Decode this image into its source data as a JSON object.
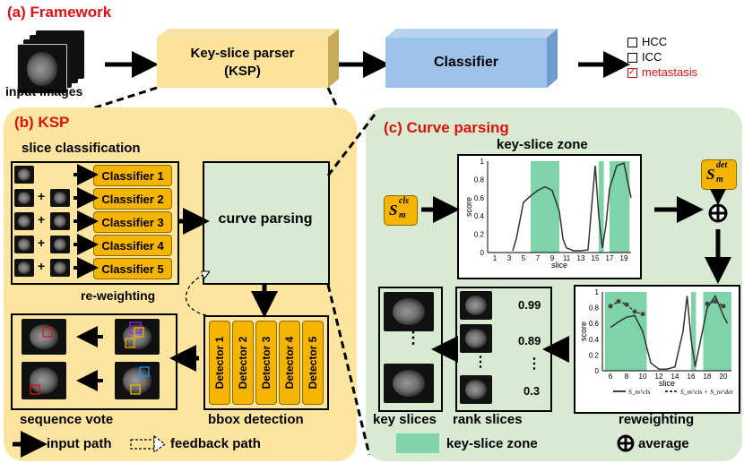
{
  "framework": {
    "title": "(a) Framework",
    "input_label": "input images",
    "ksp_label_line1": "Key-slice parser",
    "ksp_label_line2": "(KSP)",
    "classifier_label": "Classifier",
    "outputs": [
      "HCC",
      "ICC",
      "metastasis"
    ],
    "output_colors": [
      "#000000",
      "#000000",
      "#e01010"
    ]
  },
  "ksp": {
    "title": "(b) KSP",
    "slice_classification": "slice classification",
    "classifiers": [
      "Classifier 1",
      "Classifier 2",
      "Classifier 3",
      "Classifier 4",
      "Classifier 5"
    ],
    "curve_parsing": "curve parsing",
    "reweighting": "re-weighting",
    "detectors": [
      "Detector 1",
      "Detector 2",
      "Detector 3",
      "Detector 4",
      "Detector 5"
    ],
    "sequence_vote": "sequence vote",
    "bbox_detection": "bbox detection",
    "legend_input": "input path",
    "legend_feedback": "feedback path"
  },
  "curve": {
    "title": "(c) Curve parsing",
    "key_slice_zone_title": "key-slice zone",
    "s_cls": "S",
    "s_cls_sup": "cls",
    "s_sub": "m",
    "s_det": "S",
    "s_det_sup": "det",
    "rank_scores": [
      "0.99",
      "0.89",
      "⋮",
      "0.3"
    ],
    "key_slices": "key slices",
    "rank_slices": "rank slices",
    "reweighting": "reweighting",
    "legend_zone": "key-slice zone",
    "legend_average": "average",
    "colors": {
      "zone": "#7fd3a8",
      "panel": "#d9ead3",
      "ksp_panel": "#fde5a0",
      "accent": "#f5b400"
    }
  },
  "chart_data": [
    {
      "type": "line",
      "title": "",
      "xlabel": "slice",
      "ylabel": "score",
      "x_ticks": [
        1,
        3,
        5,
        7,
        9,
        11,
        13,
        15,
        17,
        19
      ],
      "y_ticks": [
        0,
        0.2,
        0.4,
        0.6,
        0.8,
        1
      ],
      "xlim": [
        0,
        20
      ],
      "ylim": [
        0,
        1
      ],
      "zones": [
        [
          6,
          10
        ],
        [
          15.5,
          16.2
        ],
        [
          17,
          19.8
        ]
      ],
      "series": [
        {
          "x": [
            3.5,
            4,
            5,
            6,
            7,
            8,
            9,
            10,
            10.5,
            11,
            12,
            13,
            14,
            14.5,
            15,
            15.5,
            16,
            16.5,
            17,
            18,
            19,
            20
          ],
          "y": [
            0.02,
            0.15,
            0.55,
            0.62,
            0.68,
            0.72,
            0.68,
            0.45,
            0.15,
            0.05,
            0.02,
            0.02,
            0.03,
            0.5,
            0.95,
            0.4,
            0.05,
            0.3,
            0.7,
            0.95,
            0.98,
            0.6
          ]
        }
      ]
    },
    {
      "type": "line",
      "title": "",
      "xlabel": "slice",
      "ylabel": "score",
      "x_ticks": [
        6,
        8,
        10,
        12,
        14,
        16,
        18,
        20
      ],
      "y_ticks": [
        0,
        0.2,
        0.4,
        0.6,
        0.8,
        1
      ],
      "xlim": [
        5,
        21
      ],
      "ylim": [
        0,
        1
      ],
      "zones": [
        [
          5.3,
          10.5
        ],
        [
          16,
          16.6
        ],
        [
          17.5,
          21
        ]
      ],
      "legend": [
        "S_m^cls",
        "S_m^cls + S_m^det"
      ],
      "series": [
        {
          "name": "S_m^cls",
          "x": [
            6,
            7,
            8,
            9,
            10,
            11,
            12,
            13,
            14,
            15,
            15.5,
            16,
            16.5,
            17,
            18,
            19,
            20,
            20.5
          ],
          "y": [
            0.55,
            0.62,
            0.68,
            0.7,
            0.5,
            0.1,
            0.02,
            0.02,
            0.05,
            0.5,
            0.95,
            0.4,
            0.05,
            0.3,
            0.8,
            0.95,
            0.7,
            0.6
          ]
        },
        {
          "name": "S_m^cls + S_m^det",
          "x": [
            6,
            7,
            8,
            9,
            10
          ],
          "y": [
            0.82,
            0.88,
            0.84,
            0.75,
            0.72
          ]
        },
        {
          "name": "S_m^cls + S_m^det",
          "x": [
            18,
            19,
            20
          ],
          "y": [
            0.85,
            0.88,
            0.82
          ]
        }
      ]
    }
  ]
}
